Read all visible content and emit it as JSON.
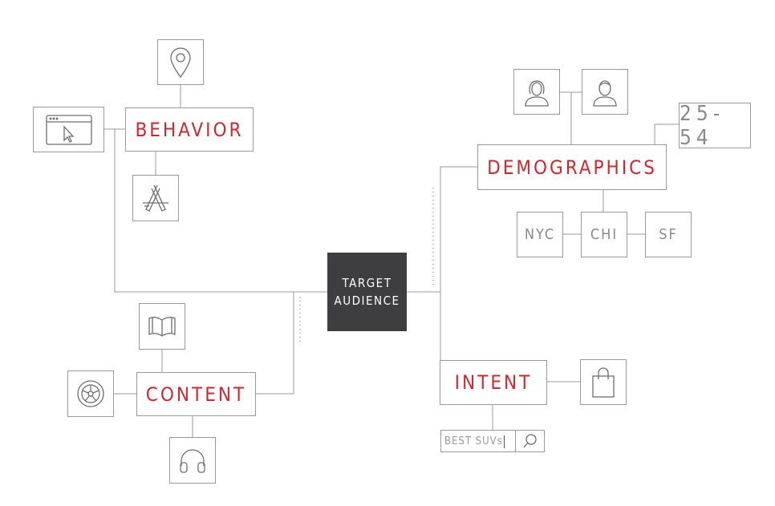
{
  "center": {
    "line1": "TARGET",
    "line2": "AUDIENCE"
  },
  "nodes": {
    "behavior": "BEHAVIOR",
    "content": "CONTENT",
    "demographics": "DEMOGRAPHICS",
    "intent": "INTENT"
  },
  "demographics": {
    "age_range": "25-54",
    "cities": [
      "NYC",
      "CHI",
      "SF"
    ]
  },
  "intent": {
    "search_query": "BEST SUVs"
  },
  "icons": {
    "behavior": [
      "location-pin-icon",
      "browser-cursor-icon",
      "app-store-icon"
    ],
    "content": [
      "book-icon",
      "wheel-icon",
      "headphones-icon"
    ],
    "demographics": [
      "female-user-icon",
      "male-user-icon"
    ],
    "intent": [
      "shopping-bag-icon",
      "search-icon"
    ]
  },
  "colors": {
    "accent": "#d3272f",
    "center_fill": "#3e3d3f",
    "line": "#9a9a9a"
  }
}
